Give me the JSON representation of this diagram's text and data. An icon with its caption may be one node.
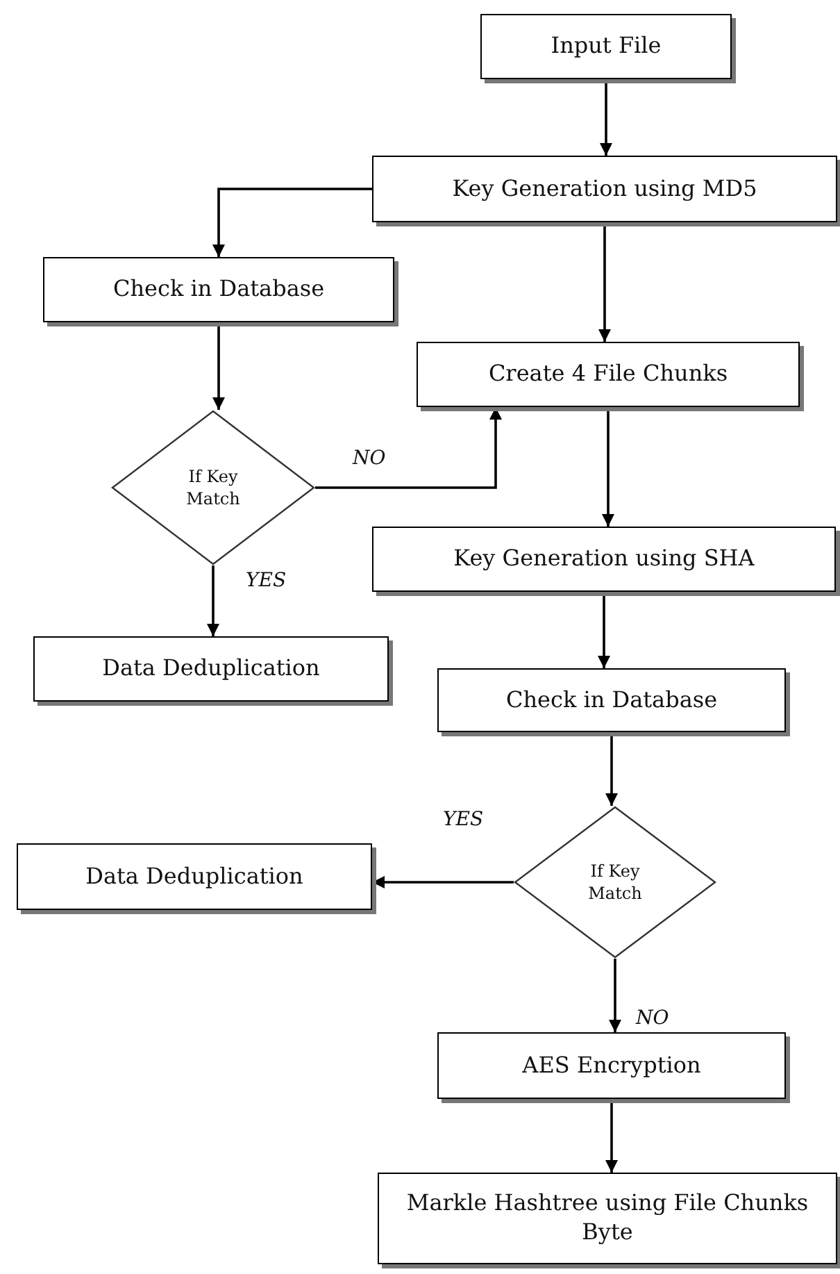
{
  "diagram": {
    "nodes": [
      {
        "text": [
          "Input File"
        ]
      },
      {
        "text": [
          "Key Generation using MD5"
        ]
      },
      {
        "text": [
          "Check in Database"
        ]
      },
      {
        "text": [
          "Create 4 File Chunks"
        ]
      },
      {
        "text": [
          "If Key Match"
        ]
      },
      {
        "text": [
          "Key Generation using SHA"
        ]
      },
      {
        "text": [
          "Data Deduplication"
        ]
      },
      {
        "text": [
          "Check in Database"
        ]
      },
      {
        "text": [
          "If Key Match"
        ]
      },
      {
        "text": [
          "Data Deduplication"
        ]
      },
      {
        "text": [
          "AES Encryption"
        ]
      },
      {
        "text": [
          "Markle Hashtree using File Chunks Byte"
        ]
      }
    ],
    "edges": [
      {
        "from": 0,
        "to": 1,
        "arrow": "to"
      },
      {
        "from": 1,
        "to": 2,
        "arrow": "to"
      },
      {
        "from": 1,
        "to": 3,
        "arrow": "to"
      },
      {
        "from": 2,
        "to": 4,
        "arrow": "to"
      },
      {
        "from": 4,
        "to": 3,
        "arrow": "to",
        "label": "NO"
      },
      {
        "from": 4,
        "to": 6,
        "arrow": "to",
        "label": "YES"
      },
      {
        "from": 3,
        "to": 5,
        "arrow": "to"
      },
      {
        "from": 5,
        "to": 7,
        "arrow": "to"
      },
      {
        "from": 7,
        "to": 8,
        "arrow": "to"
      },
      {
        "from": 8,
        "to": 9,
        "arrow": "to",
        "label": "YES"
      },
      {
        "from": 8,
        "to": 10,
        "arrow": "to",
        "label": "NO"
      },
      {
        "from": 10,
        "to": 11,
        "arrow": "to"
      }
    ]
  }
}
